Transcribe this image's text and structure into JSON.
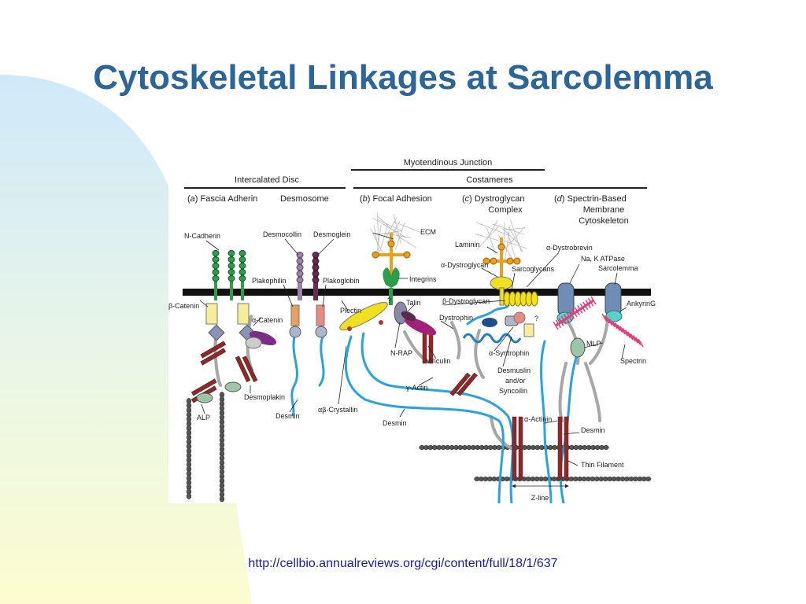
{
  "title": "Cytoskeletal Linkages at Sarcolemma",
  "source_url": "http://cellbio.annualreviews.org/cgi/content/full/18/1/637",
  "colors": {
    "title": "#2c6597",
    "membrane": "#111111",
    "desmin": "#2aa3dc",
    "actin": "#8b2a2a",
    "cadherin": "#2e9c4a",
    "plakophilin": "#e8a060",
    "plectin": "#f0e020",
    "laminin": "#e8a020",
    "spectrin": "#e0407a",
    "grey": "#a7a7a7"
  },
  "figure": {
    "headers": {
      "myotendinous_junction": "Myotendinous Junction",
      "intercalated_disc": "Intercalated Disc",
      "costameres": "Costameres",
      "a_prefix": "(",
      "a_letter": "a",
      "a_label": ") Fascia Adherin",
      "desmosome": "Desmosome",
      "b_prefix": "(",
      "b_letter": "b",
      "b_label": ") Focal Adhesion",
      "c_prefix": "(",
      "c_letter": "c",
      "c_label": ") Dystroglycan",
      "c_label2": "Complex",
      "d_prefix": "(",
      "d_letter": "d",
      "d_label": ") Spectrin-Based",
      "d_label2": "Membrane",
      "d_label3": "Cytoskeleton"
    },
    "labels": {
      "n_cadherin": "N-Cadherin",
      "desmocollin": "Desmocollin",
      "desmoglein": "Desmoglein",
      "ecm": "ECM",
      "laminin": "Laminin",
      "a_dystrobrevin": "α-Dystrobrevin",
      "na_k_atpase": "Na, K ATPase",
      "a_dystroglycan": "α-Dystroglycan",
      "sarcoglycans": "Sarcoglycans",
      "sarcolemma": "Sarcolemma",
      "plakophilin": "Plakophilin",
      "plakoglobin": "Plakoglobin",
      "integrins": "Integrins",
      "b_catenin": "β-Catenin",
      "a_catenin": "α-Catenin",
      "plectin": "Plectin",
      "talin": "Talin",
      "b_dystroglycan": "β-Dystroglycan",
      "ankyrin": "Ankyrin",
      "ankyrin_g": "G",
      "dystrophin": "Dystrophin",
      "n_rap": "N-RAP",
      "vinculin": "Vinculin",
      "a_syntrophin": "α-Syntrophin",
      "mlp": "MLP",
      "spectrin": "Spectrin",
      "desmuslin": "Desmuslin",
      "and_or": "and/or",
      "syncoilin": "Syncoilin",
      "g_actin": "γ-Actin",
      "desmoplakin": "Desmoplakin",
      "alp": "ALP",
      "desmin_left": "Desmin",
      "ab_crystallin": "αβ-Crystallin",
      "desmin_mid": "Desmin",
      "a_actinin": "α-Actinin",
      "desmin_right": "Desmin",
      "thin_filament": "Thin Filament",
      "z_line": "Z-line",
      "question_1": "?",
      "question_2": "?"
    }
  }
}
